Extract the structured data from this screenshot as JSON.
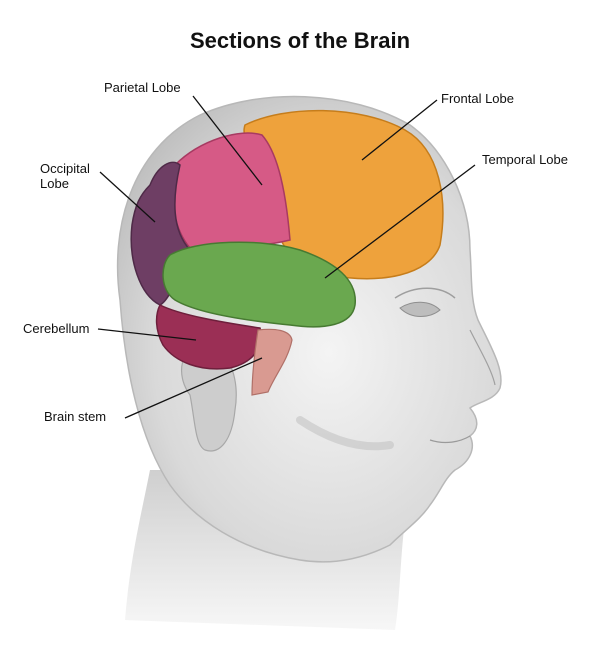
{
  "title": "Sections of the Brain",
  "labels": {
    "parietal": "Parietal Lobe",
    "frontal": "Frontal Lobe",
    "occipital_line1": "Occipital",
    "occipital_line2": "Lobe",
    "temporal": "Temporal Lobe",
    "cerebellum": "Cerebellum",
    "brain_stem": "Brain stem"
  },
  "colors": {
    "frontal": "#eea23c",
    "parietal": "#d65a86",
    "occipital": "#6e3e64",
    "temporal": "#6aa84f",
    "cerebellum": "#9b2f55",
    "brain_stem": "#d99a91",
    "skin_sketch": "#cfcfcf"
  }
}
